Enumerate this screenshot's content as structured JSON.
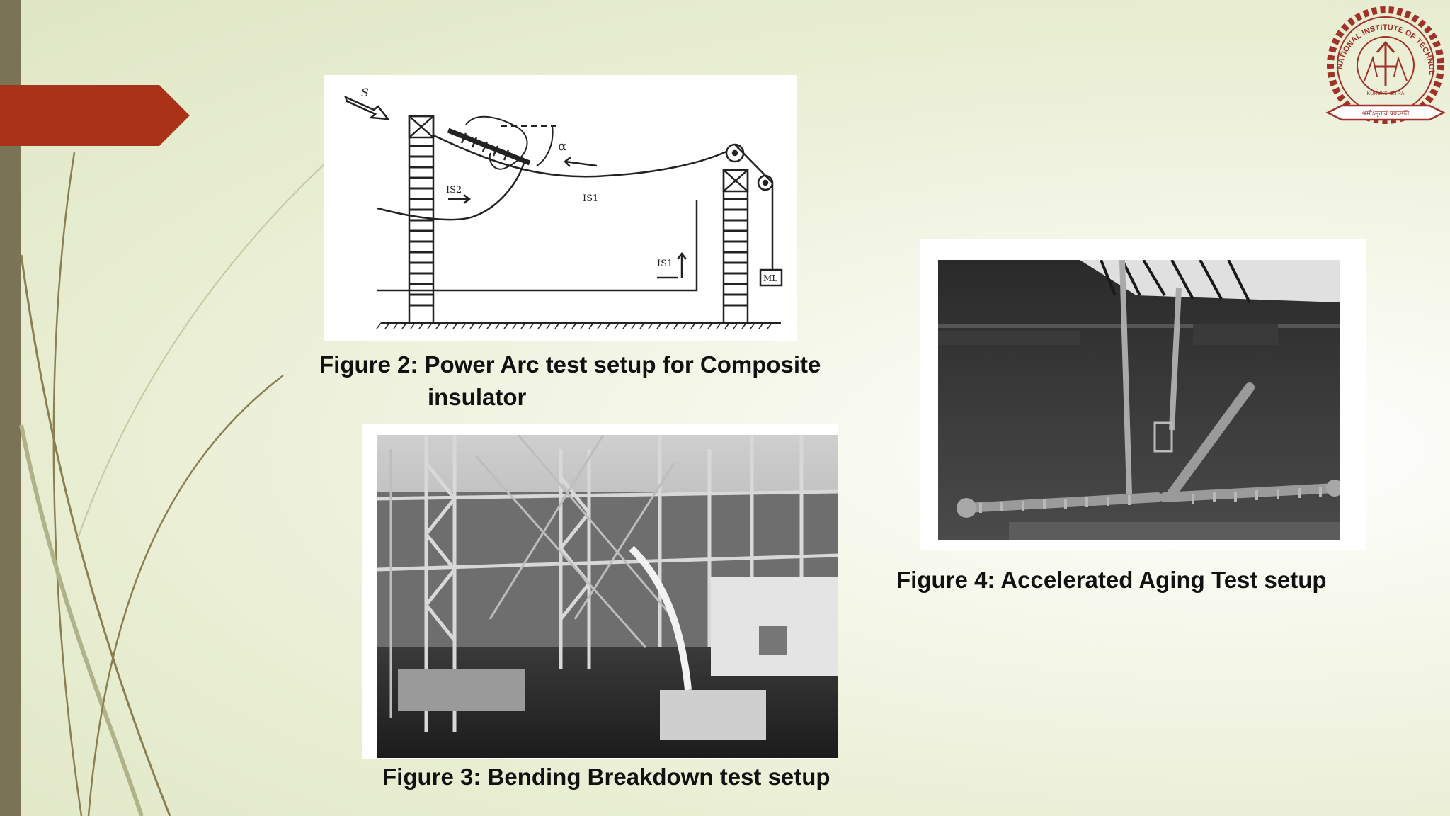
{
  "figures": [
    {
      "id": "fig2",
      "caption_line1": "Figure 2: Power Arc test setup for Composite",
      "caption_line2": "insulator"
    },
    {
      "id": "fig3",
      "caption": "Figure 3: Bending Breakdown test setup"
    },
    {
      "id": "fig4",
      "caption": "Figure 4: Accelerated Aging Test setup"
    }
  ],
  "diagram_labels": {
    "s": "S",
    "alpha": "α",
    "is2": "IS2",
    "is1_top": "IS1",
    "is1_bottom": "IS1",
    "ml": "ML"
  },
  "logo": {
    "ring_text": "NATIONAL INSTITUTE OF TECHNOLOGY",
    "bottom_text": "KURUKSHETRA",
    "banner_text": "श्रमोऽमृतत्वं प्रयच्छति"
  },
  "theme": {
    "accent": "#a93219",
    "bar": "#7a7355",
    "swoosh": "#8a7f52"
  }
}
